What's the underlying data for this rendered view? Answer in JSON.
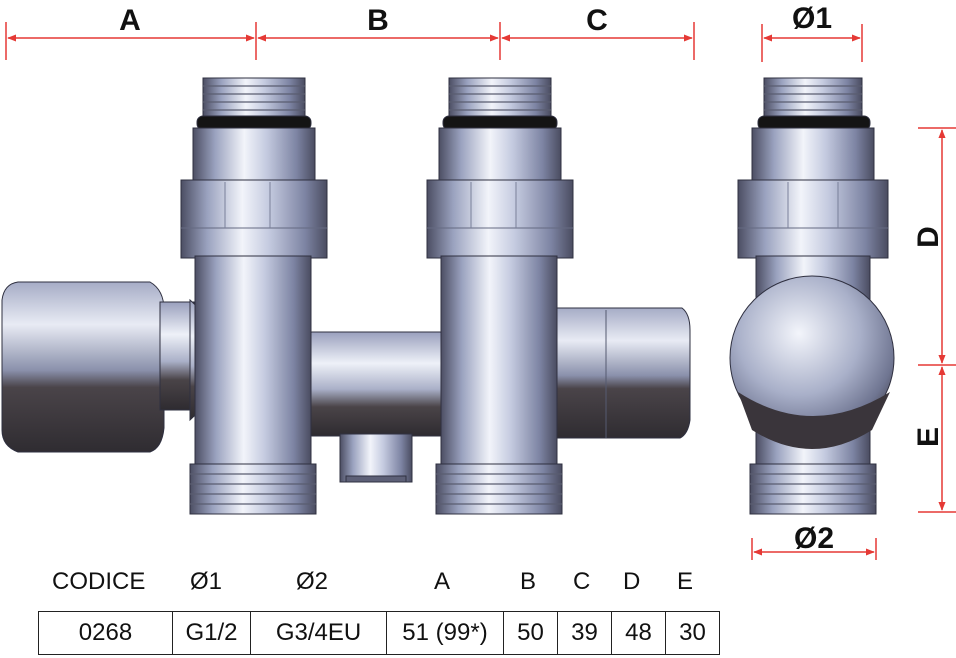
{
  "dimensions": {
    "a": "A",
    "b": "B",
    "c": "C",
    "d": "D",
    "e": "E",
    "o1": "Ø1",
    "o2": "Ø2"
  },
  "table": {
    "headers": [
      "CODICE",
      "Ø1",
      "Ø2",
      "A",
      "B",
      "C",
      "D",
      "E"
    ],
    "row": [
      "0268",
      "G1/2",
      "G3/4EU",
      "51 (99*)",
      "50",
      "39",
      "48",
      "30"
    ]
  },
  "colors": {
    "dimension_line": "#e53935",
    "metal_light": "#eef1f8",
    "metal_mid": "#8e96b2",
    "metal_dark": "#3d3a40",
    "seal": "#141414"
  }
}
